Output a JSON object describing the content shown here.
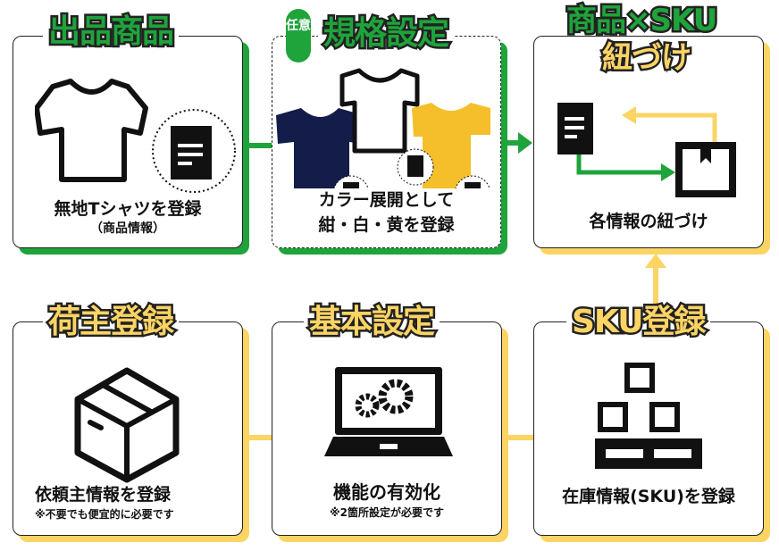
{
  "steps": {
    "product": {
      "title": "出品商品",
      "caption": "無地Tシャツを登録",
      "sub": "（商品情報）"
    },
    "spec": {
      "badge": "任意",
      "title": "規格設定",
      "caption1": "カラー展開として",
      "caption2": "紺・白・黄を登録"
    },
    "link": {
      "title1": "商品×SKU",
      "title2": "紐づけ",
      "caption": "各情報の紐づけ"
    },
    "shipper": {
      "title": "荷主登録",
      "caption": "依頼主情報を登録",
      "note": "※不要でも便宜的に必要です"
    },
    "basic": {
      "title": "基本設定",
      "caption": "機能の有効化",
      "note": "※2箇所設定が必要です"
    },
    "sku": {
      "title": "SKU登録",
      "caption": "在庫情報(SKU)を登録"
    }
  },
  "colors": {
    "green": "#1fa33b",
    "yellow": "#fcd464",
    "navy": "#141c4a",
    "shirt_yellow": "#f4bf2a"
  }
}
